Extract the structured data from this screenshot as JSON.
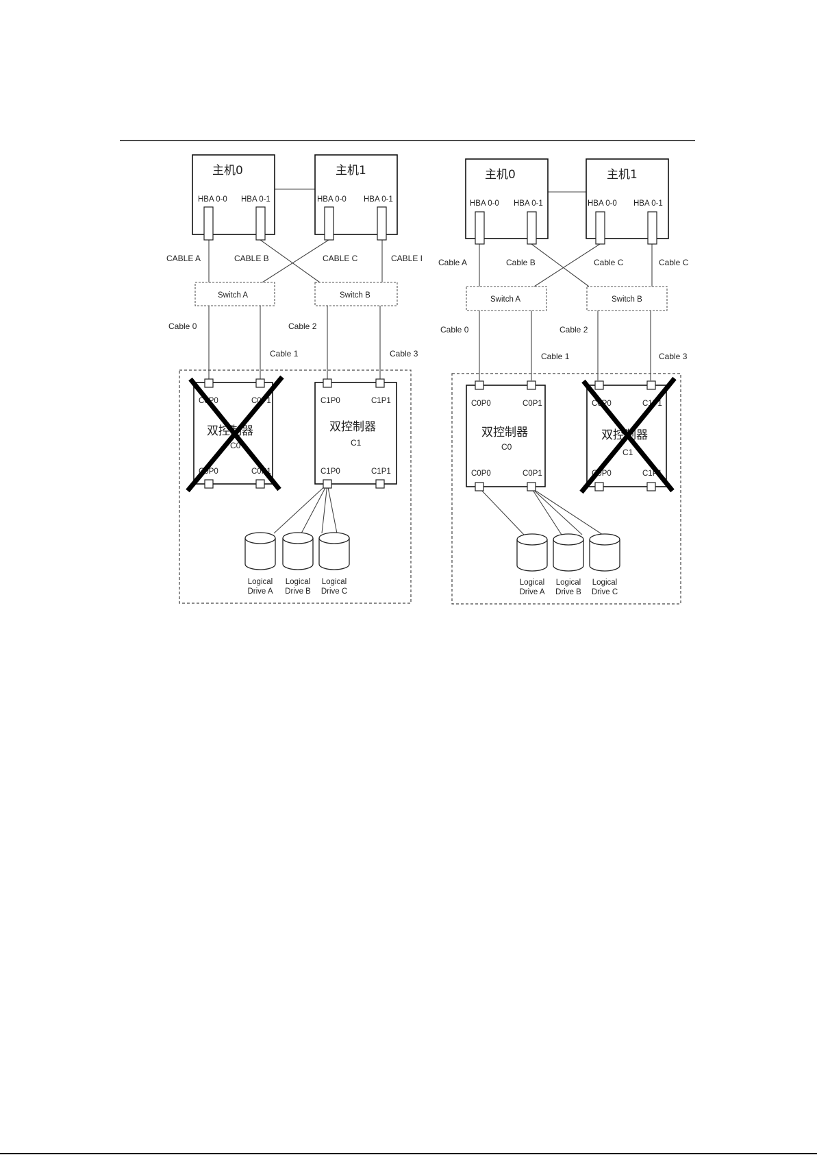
{
  "panels": [
    {
      "hosts": [
        {
          "title": "主机0",
          "hba_left": "HBA 0-0",
          "hba_right": "HBA 0-1"
        },
        {
          "title": "主机1",
          "hba_left": "HBA 0-0",
          "hba_right": "HBA 0-1"
        }
      ],
      "cables_top": [
        "CABLE A",
        "CABLE B",
        "CABLE C",
        "CABLE I"
      ],
      "switches": [
        "Switch A",
        "Switch B"
      ],
      "cables_bottom": [
        "Cable 0",
        "Cable 1",
        "Cable 2",
        "Cable 3"
      ],
      "controllers": [
        {
          "name": "双控制器",
          "id": "C0",
          "ports": [
            "C0P0",
            "C0P1",
            "C0P0",
            "C0P1"
          ],
          "failed": true
        },
        {
          "name": "双控制器",
          "id": "C1",
          "ports": [
            "C1P0",
            "C1P1",
            "C1P0",
            "C1P1"
          ],
          "failed": false
        }
      ],
      "drives": [
        {
          "line1": "Logical",
          "line2": "Drive A"
        },
        {
          "line1": "Logical",
          "line2": "Drive B"
        },
        {
          "line1": "Logical",
          "line2": "Drive C"
        }
      ]
    },
    {
      "hosts": [
        {
          "title": "主机0",
          "hba_left": "HBA 0-0",
          "hba_right": "HBA 0-1"
        },
        {
          "title": "主机1",
          "hba_left": "HBA 0-0",
          "hba_right": "HBA 0-1"
        }
      ],
      "cables_top": [
        "Cable A",
        "Cable B",
        "Cable C",
        "Cable C"
      ],
      "switches": [
        "Switch A",
        "Switch B"
      ],
      "cables_bottom": [
        "Cable 0",
        "Cable 1",
        "Cable 2",
        "Cable 3"
      ],
      "controllers": [
        {
          "name": "双控制器",
          "id": "C0",
          "ports": [
            "C0P0",
            "C0P1",
            "C0P0",
            "C0P1"
          ],
          "failed": false
        },
        {
          "name": "双控制器",
          "id": "C1",
          "ports": [
            "C0P0",
            "C1P1",
            "C0P0",
            "C1P1"
          ],
          "failed": true
        }
      ],
      "drives": [
        {
          "line1": "Logical",
          "line2": "Drive A"
        },
        {
          "line1": "Logical",
          "line2": "Drive B"
        },
        {
          "line1": "Logical",
          "line2": "Drive C"
        }
      ]
    }
  ]
}
